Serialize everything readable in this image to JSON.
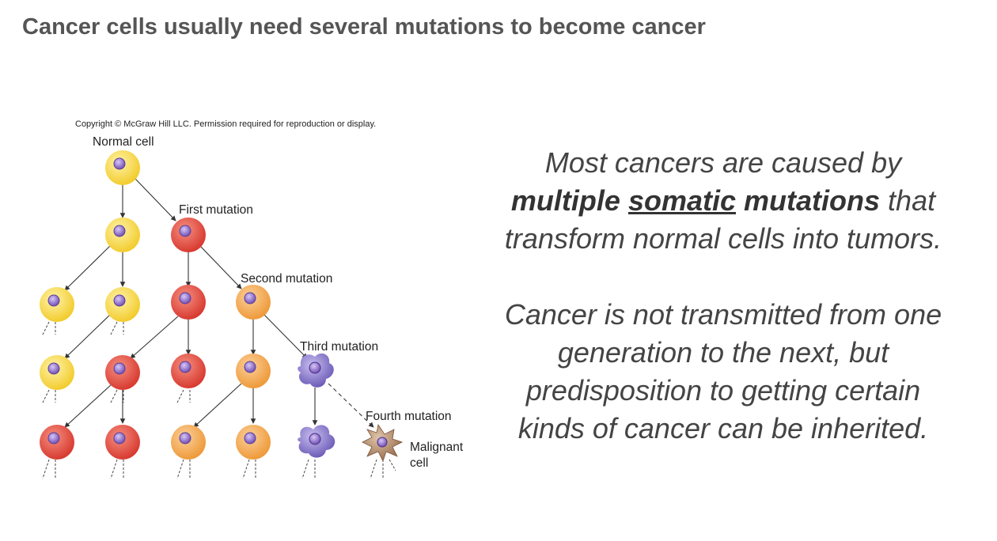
{
  "slide": {
    "title": "Cancer cells usually need several mutations to become cancer"
  },
  "diagram": {
    "copyright": "Copyright © McGraw Hill LLC. Permission required for reproduction or display.",
    "labels": {
      "normal_cell": "Normal cell",
      "first_mutation": "First mutation",
      "second_mutation": "Second mutation",
      "third_mutation": "Third mutation",
      "fourth_mutation": "Fourth mutation",
      "malignant_cell_line1": "Malignant",
      "malignant_cell_line2": "cell"
    },
    "colors": {
      "normal": "#f6d642",
      "first": "#e0463a",
      "second": "#f2a040",
      "third": "#8a78c8",
      "malignant": "#b08a68",
      "nucleus": "#8c6cc4"
    }
  },
  "text": {
    "p1_line1": "Most cancers are caused by",
    "p1_line2_bold1": "multiple",
    "p1_line2_bold_underline": "somatic",
    "p1_line2_bold2": "mutations",
    "p1_line2_rest": "that",
    "p1_line3": "transform normal cells into tumors.",
    "p2_line1": "Cancer is not transmitted from one",
    "p2_line2": "generation to the next, but",
    "p2_line3": "predisposition to getting certain",
    "p2_line4": "kinds of cancer can be inherited."
  }
}
